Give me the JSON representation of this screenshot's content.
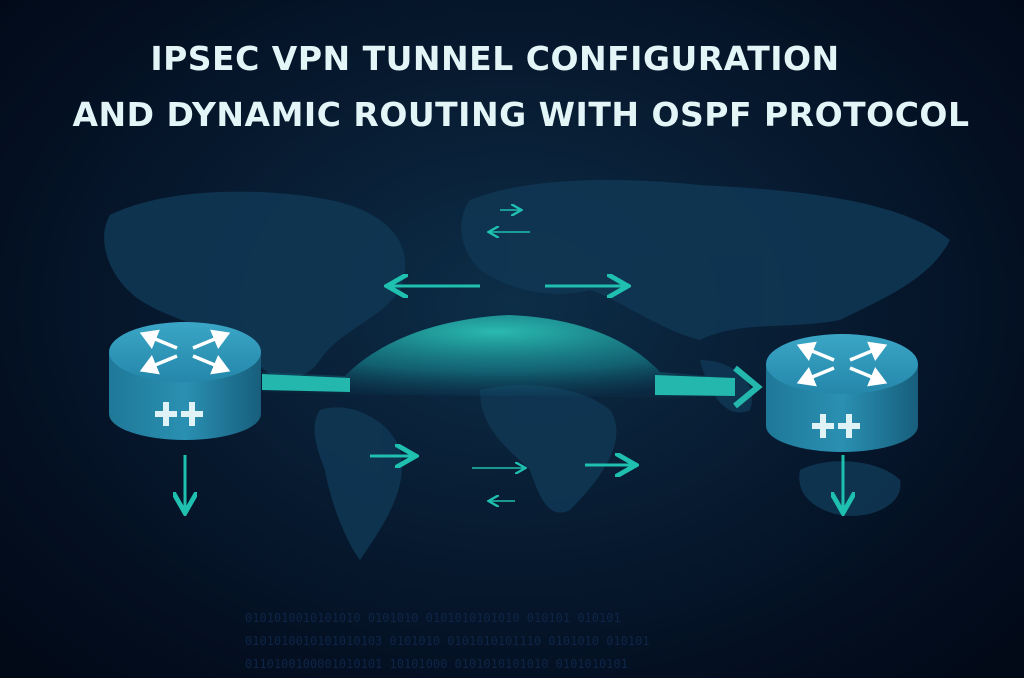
{
  "title": {
    "line1": "IPSEC VPN TUNNEL CONFIGURATION",
    "line2": "AND DYNAMIC ROUTING WITH OSPF PROTOCOL"
  },
  "binary_lines": [
    "0101010010101010 0101010 0101010101010 010101 010101",
    "0101010010101010103 0101010 0101010101110 0101010 010101",
    "0110100100001010101 10101000 0101010101010 0101010101"
  ],
  "colors": {
    "accent": "#1fc0b0",
    "router": "#2a8fb0",
    "title": "#e3f5f7"
  },
  "icons": [
    "router-left-icon",
    "router-right-icon",
    "vpn-tunnel-arc",
    "world-map"
  ]
}
